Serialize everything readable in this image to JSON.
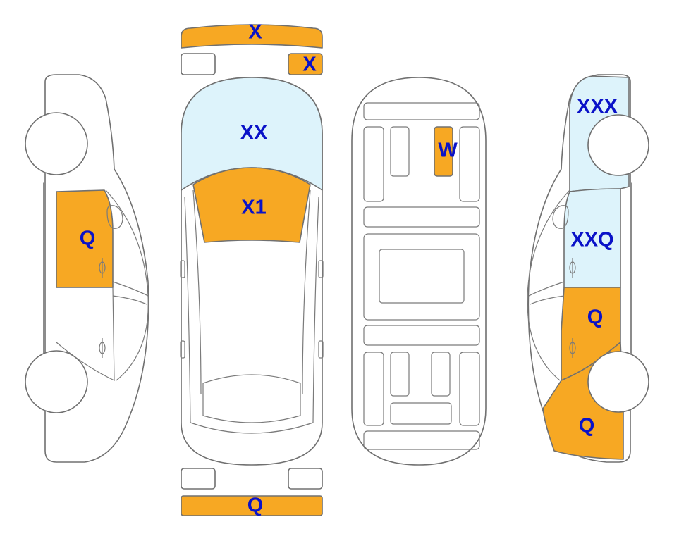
{
  "colors": {
    "damage": "#F7A823",
    "light": "#DDF3FB",
    "label": "#0A12C8",
    "stroke": "#707070",
    "background": "#FFFFFF"
  },
  "zones": {
    "front_bumper": {
      "code": "X",
      "state": "damage"
    },
    "front_light_right": {
      "code": "X",
      "state": "damage"
    },
    "front_light_left": {
      "state": "none"
    },
    "hood": {
      "code": "XX",
      "state": "light"
    },
    "windshield": {
      "code": "X1",
      "state": "damage"
    },
    "rear_bumper": {
      "code": "Q",
      "state": "damage"
    },
    "roof_panel": {
      "code": "W",
      "state": "damage"
    },
    "left_front_door": {
      "code": "Q",
      "state": "damage"
    },
    "right_front_fender": {
      "code": "XXX",
      "state": "light"
    },
    "right_front_door": {
      "code": "XXQ",
      "state": "light"
    },
    "right_rear_door": {
      "code": "Q",
      "state": "damage"
    },
    "right_rear_quarter": {
      "code": "Q",
      "state": "damage"
    }
  }
}
